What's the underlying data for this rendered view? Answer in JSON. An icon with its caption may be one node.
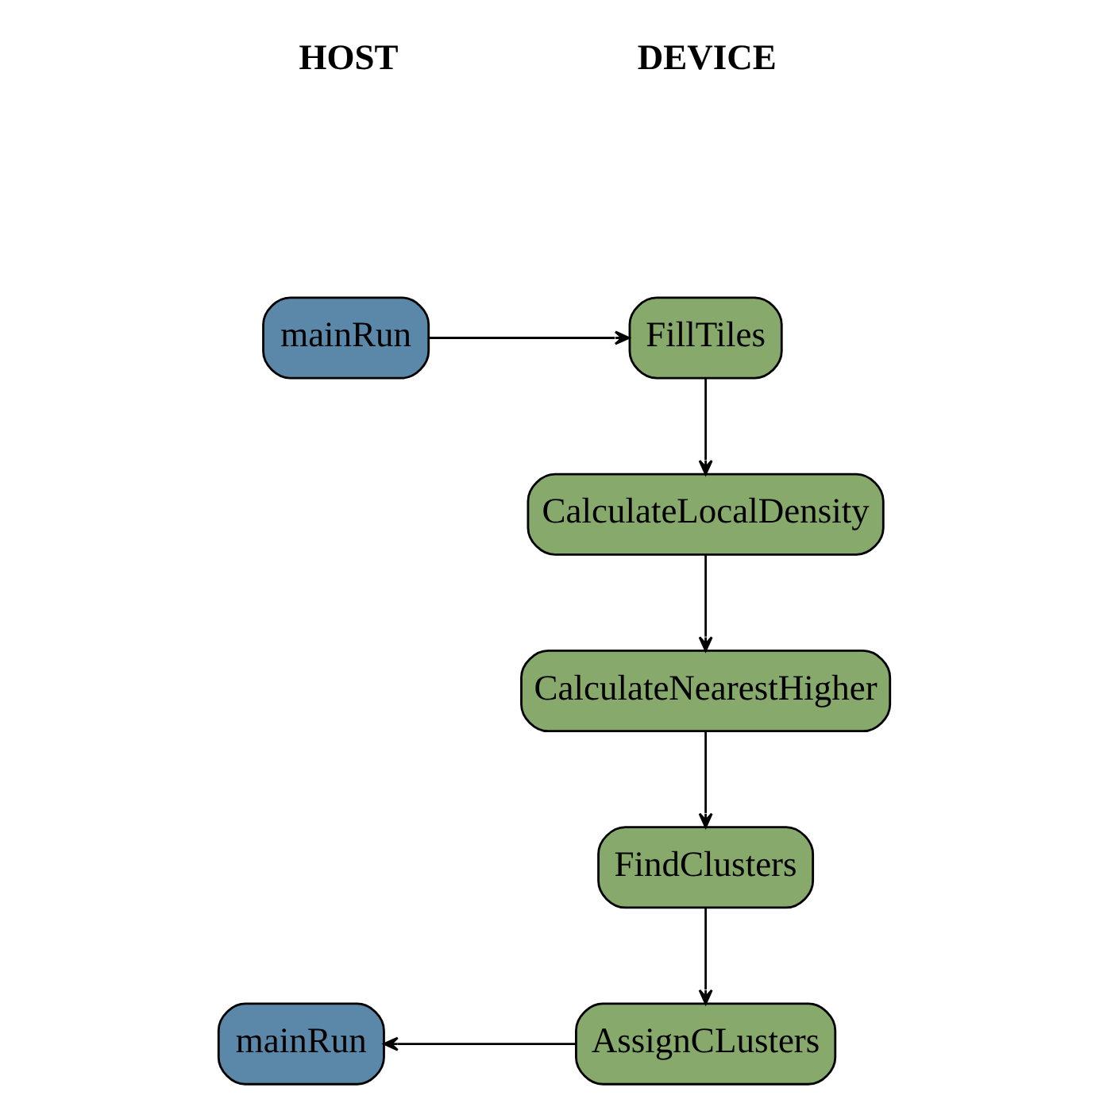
{
  "diagram": {
    "nodes": [
      {
        "text": [
          "mainRun"
        ]
      },
      {
        "text": [
          "FillTiles"
        ]
      },
      {
        "text": [
          "CalculateLocalDensity"
        ]
      },
      {
        "text": [
          "CalculateNearestHigher"
        ]
      },
      {
        "text": [
          "FindClusters"
        ]
      },
      {
        "text": [
          "AssignCLusters"
        ]
      },
      {
        "text": [
          "mainRun"
        ]
      }
    ],
    "edges": [
      {
        "from": 0,
        "to": 1,
        "arrow": "to"
      },
      {
        "from": 1,
        "to": 2,
        "arrow": "to"
      },
      {
        "from": 2,
        "to": 3,
        "arrow": "to"
      },
      {
        "from": 3,
        "to": 4,
        "arrow": "to"
      },
      {
        "from": 4,
        "to": 5,
        "arrow": "to"
      },
      {
        "from": 5,
        "to": 6,
        "arrow": "to"
      }
    ],
    "labels": [
      "HOST",
      "DEVICE"
    ]
  }
}
